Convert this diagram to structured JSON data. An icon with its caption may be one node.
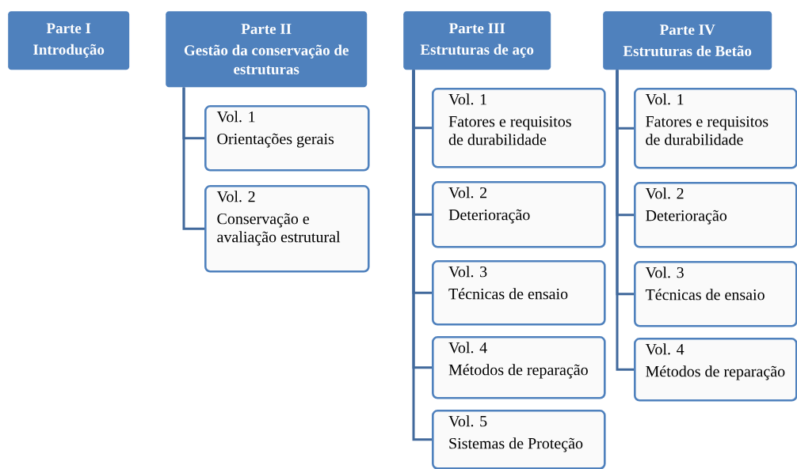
{
  "diagram": {
    "nodes": [
      {
        "text": [
          "Parte I",
          "Introdução"
        ]
      },
      {
        "text": [
          "Parte II",
          "Gestão da conservação de estruturas"
        ]
      },
      {
        "text": [
          "Vol. 1",
          "Orientações gerais"
        ]
      },
      {
        "text": [
          "Vol. 2",
          "Conservação e avaliação estrutural"
        ]
      },
      {
        "text": [
          "Parte III",
          "Estruturas de aço"
        ]
      },
      {
        "text": [
          "Vol. 1",
          "Fatores e requisitos de durabilidade"
        ]
      },
      {
        "text": [
          "Vol. 2",
          "Deterioração"
        ]
      },
      {
        "text": [
          "Vol. 3",
          "Técnicas de ensaio"
        ]
      },
      {
        "text": [
          "Vol. 4",
          "Métodos de reparação"
        ]
      },
      {
        "text": [
          "Vol. 5",
          "Sistemas de Proteção"
        ]
      },
      {
        "text": [
          "Parte IV",
          "Estruturas de Betão"
        ]
      },
      {
        "text": [
          "Vol. 1",
          "Fatores e requisitos de durabilidade"
        ]
      },
      {
        "text": [
          "Vol. 2",
          "Deterioração"
        ]
      },
      {
        "text": [
          "Vol. 3",
          "Técnicas de ensaio"
        ]
      },
      {
        "text": [
          "Vol. 4",
          "Métodos de reparação"
        ]
      }
    ],
    "edges": [
      {
        "from": 1,
        "to": 2,
        "arrow": "none"
      },
      {
        "from": 1,
        "to": 3,
        "arrow": "none"
      },
      {
        "from": 4,
        "to": 5,
        "arrow": "none"
      },
      {
        "from": 4,
        "to": 6,
        "arrow": "none"
      },
      {
        "from": 4,
        "to": 7,
        "arrow": "none"
      },
      {
        "from": 4,
        "to": 8,
        "arrow": "none"
      },
      {
        "from": 4,
        "to": 9,
        "arrow": "none"
      },
      {
        "from": 10,
        "to": 11,
        "arrow": "none"
      },
      {
        "from": 10,
        "to": 12,
        "arrow": "none"
      },
      {
        "from": 10,
        "to": 13,
        "arrow": "none"
      },
      {
        "from": 10,
        "to": 14,
        "arrow": "none"
      }
    ]
  }
}
